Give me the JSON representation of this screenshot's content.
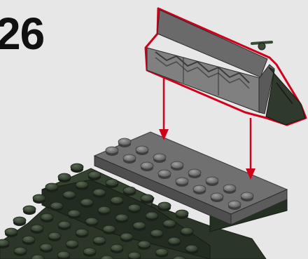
{
  "instruction": {
    "step_number": "26"
  },
  "colors": {
    "background": "#e7e7e7",
    "dark_green_brick": "#2f3a2c",
    "dark_green_stud_top": "#3c4a38",
    "gray_brick": "#6d6d6d",
    "gray_stud_top": "#8a8a8a",
    "arrow_red": "#d0021b",
    "outline_red": "#d0021b"
  },
  "icons": {
    "assembly_arrow": "down-arrow",
    "sub_assembly": "wing-panel-assembly",
    "base_model": "plate-base-assembly"
  }
}
